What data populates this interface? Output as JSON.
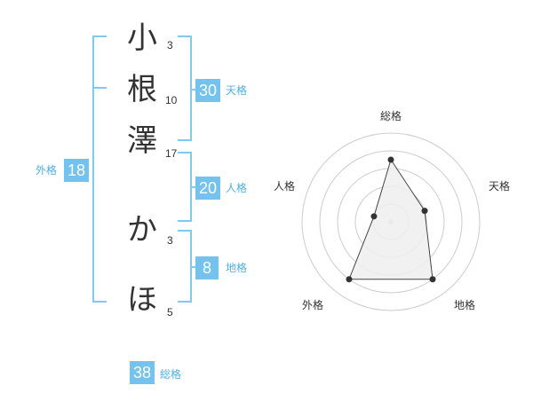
{
  "name_chars": [
    {
      "char": "小",
      "strokes": "3"
    },
    {
      "char": "根",
      "strokes": "10"
    },
    {
      "char": "澤",
      "strokes": "17"
    },
    {
      "char": "か",
      "strokes": "3"
    },
    {
      "char": "ほ",
      "strokes": "5"
    }
  ],
  "fortunes": {
    "tenkaku": {
      "value": "30",
      "label": "天格"
    },
    "jinkaku": {
      "value": "20",
      "label": "人格"
    },
    "chikaku": {
      "value": "8",
      "label": "地格"
    },
    "gaikaku": {
      "value": "18",
      "label": "外格"
    },
    "soukaku": {
      "value": "38",
      "label": "総格"
    }
  },
  "chart_data": {
    "type": "radar",
    "axes": [
      "総格",
      "天格",
      "地格",
      "外格",
      "人格"
    ],
    "values": [
      3.5,
      2,
      4,
      4,
      1
    ],
    "max": 5,
    "colors": {
      "fill": "#efefef",
      "line": "#444444",
      "grid": "#cccccc"
    }
  }
}
